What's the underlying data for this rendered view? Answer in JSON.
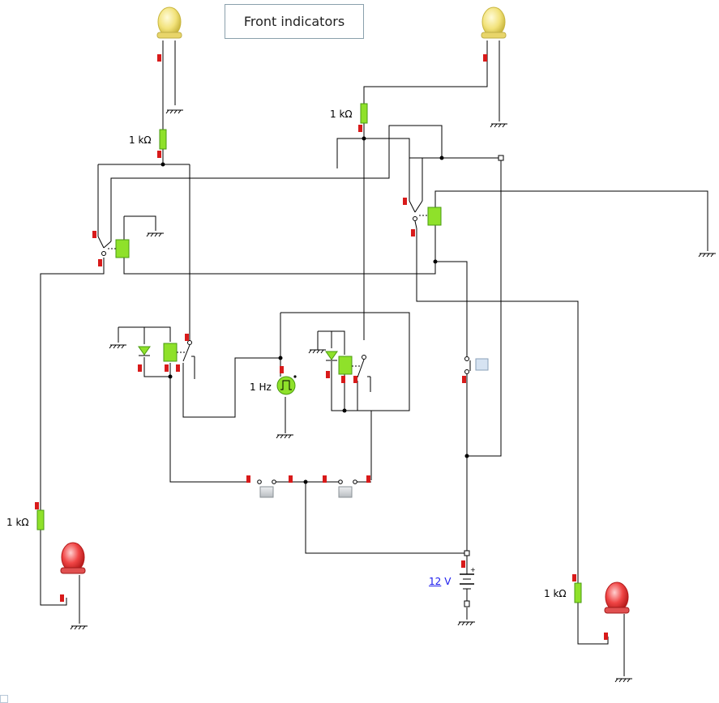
{
  "title": "Front indicators",
  "labels": {
    "res_top_left": "1 kΩ",
    "res_top_right": "1 kΩ",
    "res_bottom_left": "1 kΩ",
    "res_bottom_right": "1 kΩ",
    "oscillator": "1 Hz",
    "battery_value": "12",
    "battery_unit": "V"
  },
  "colors": {
    "wire": "#000000",
    "component_green": "#8fe12a",
    "component_green_dark": "#4a9a10",
    "lamp_yellow": "#f2e27a",
    "lamp_red": "#f04545",
    "pin_red": "#d81a1a",
    "button_gray": "#c8ccd0",
    "button_blue": "#d6e3f2"
  },
  "icons": [
    "lamp-icon",
    "resistor-icon",
    "relay-coil-icon",
    "switch-contact-icon",
    "diode-icon",
    "oscillator-icon",
    "ground-icon",
    "battery-icon",
    "push-button-icon"
  ]
}
